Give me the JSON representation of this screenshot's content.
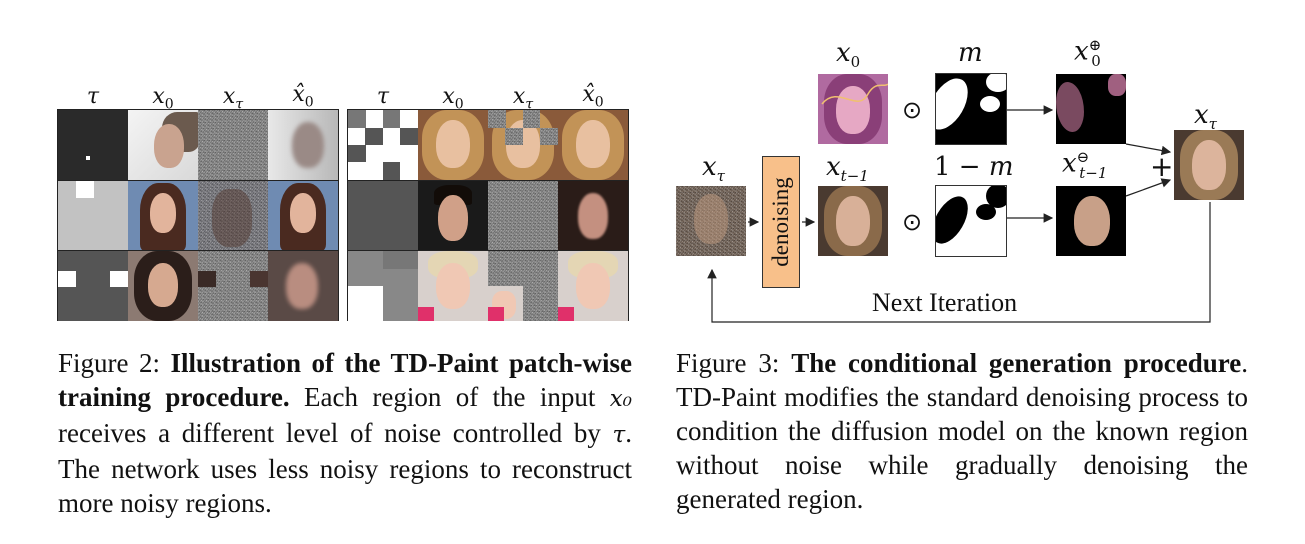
{
  "fig2": {
    "headers_left": [
      "τ",
      "x₀",
      "x_τ",
      "x̂₀"
    ],
    "headers_right": [
      "τ",
      "x₀",
      "x_τ",
      "x̂₀"
    ],
    "caption": {
      "prefix": "Figure 2: ",
      "bold": "Illustration of the TD-Paint patch-wise training procedure.",
      "rest_1": " Each region of the input ",
      "var": "x₀",
      "rest_2": " receives a different level of noise controlled by ",
      "tau": "τ",
      "rest_3": ".  The network uses less noisy regions to reconstruct more noisy regions."
    }
  },
  "fig3": {
    "labels": {
      "x0": "x₀",
      "m": "m",
      "x0_plus": "x₀⊕",
      "xtau_in": "x_τ",
      "x_t_minus_1": "x_{t−1}",
      "one_minus_m": "1 − m",
      "xt1_minus": "x_{t−1}⊖",
      "xtau_out": "x_τ",
      "odot": "⊙",
      "plus": "+",
      "denoising": "denoising",
      "next_iteration": "Next Iteration"
    },
    "caption": {
      "prefix": "Figure 3: ",
      "bold": "The conditional generation procedure",
      "rest": ". TD-Paint modifies the standard denoising process to condition the diffusion model on the known region without noise while gradually denoising the generated region."
    }
  },
  "colors": {
    "denoise_box": "#f8c08a",
    "mask_black": "#000000",
    "mask_white": "#ffffff"
  }
}
